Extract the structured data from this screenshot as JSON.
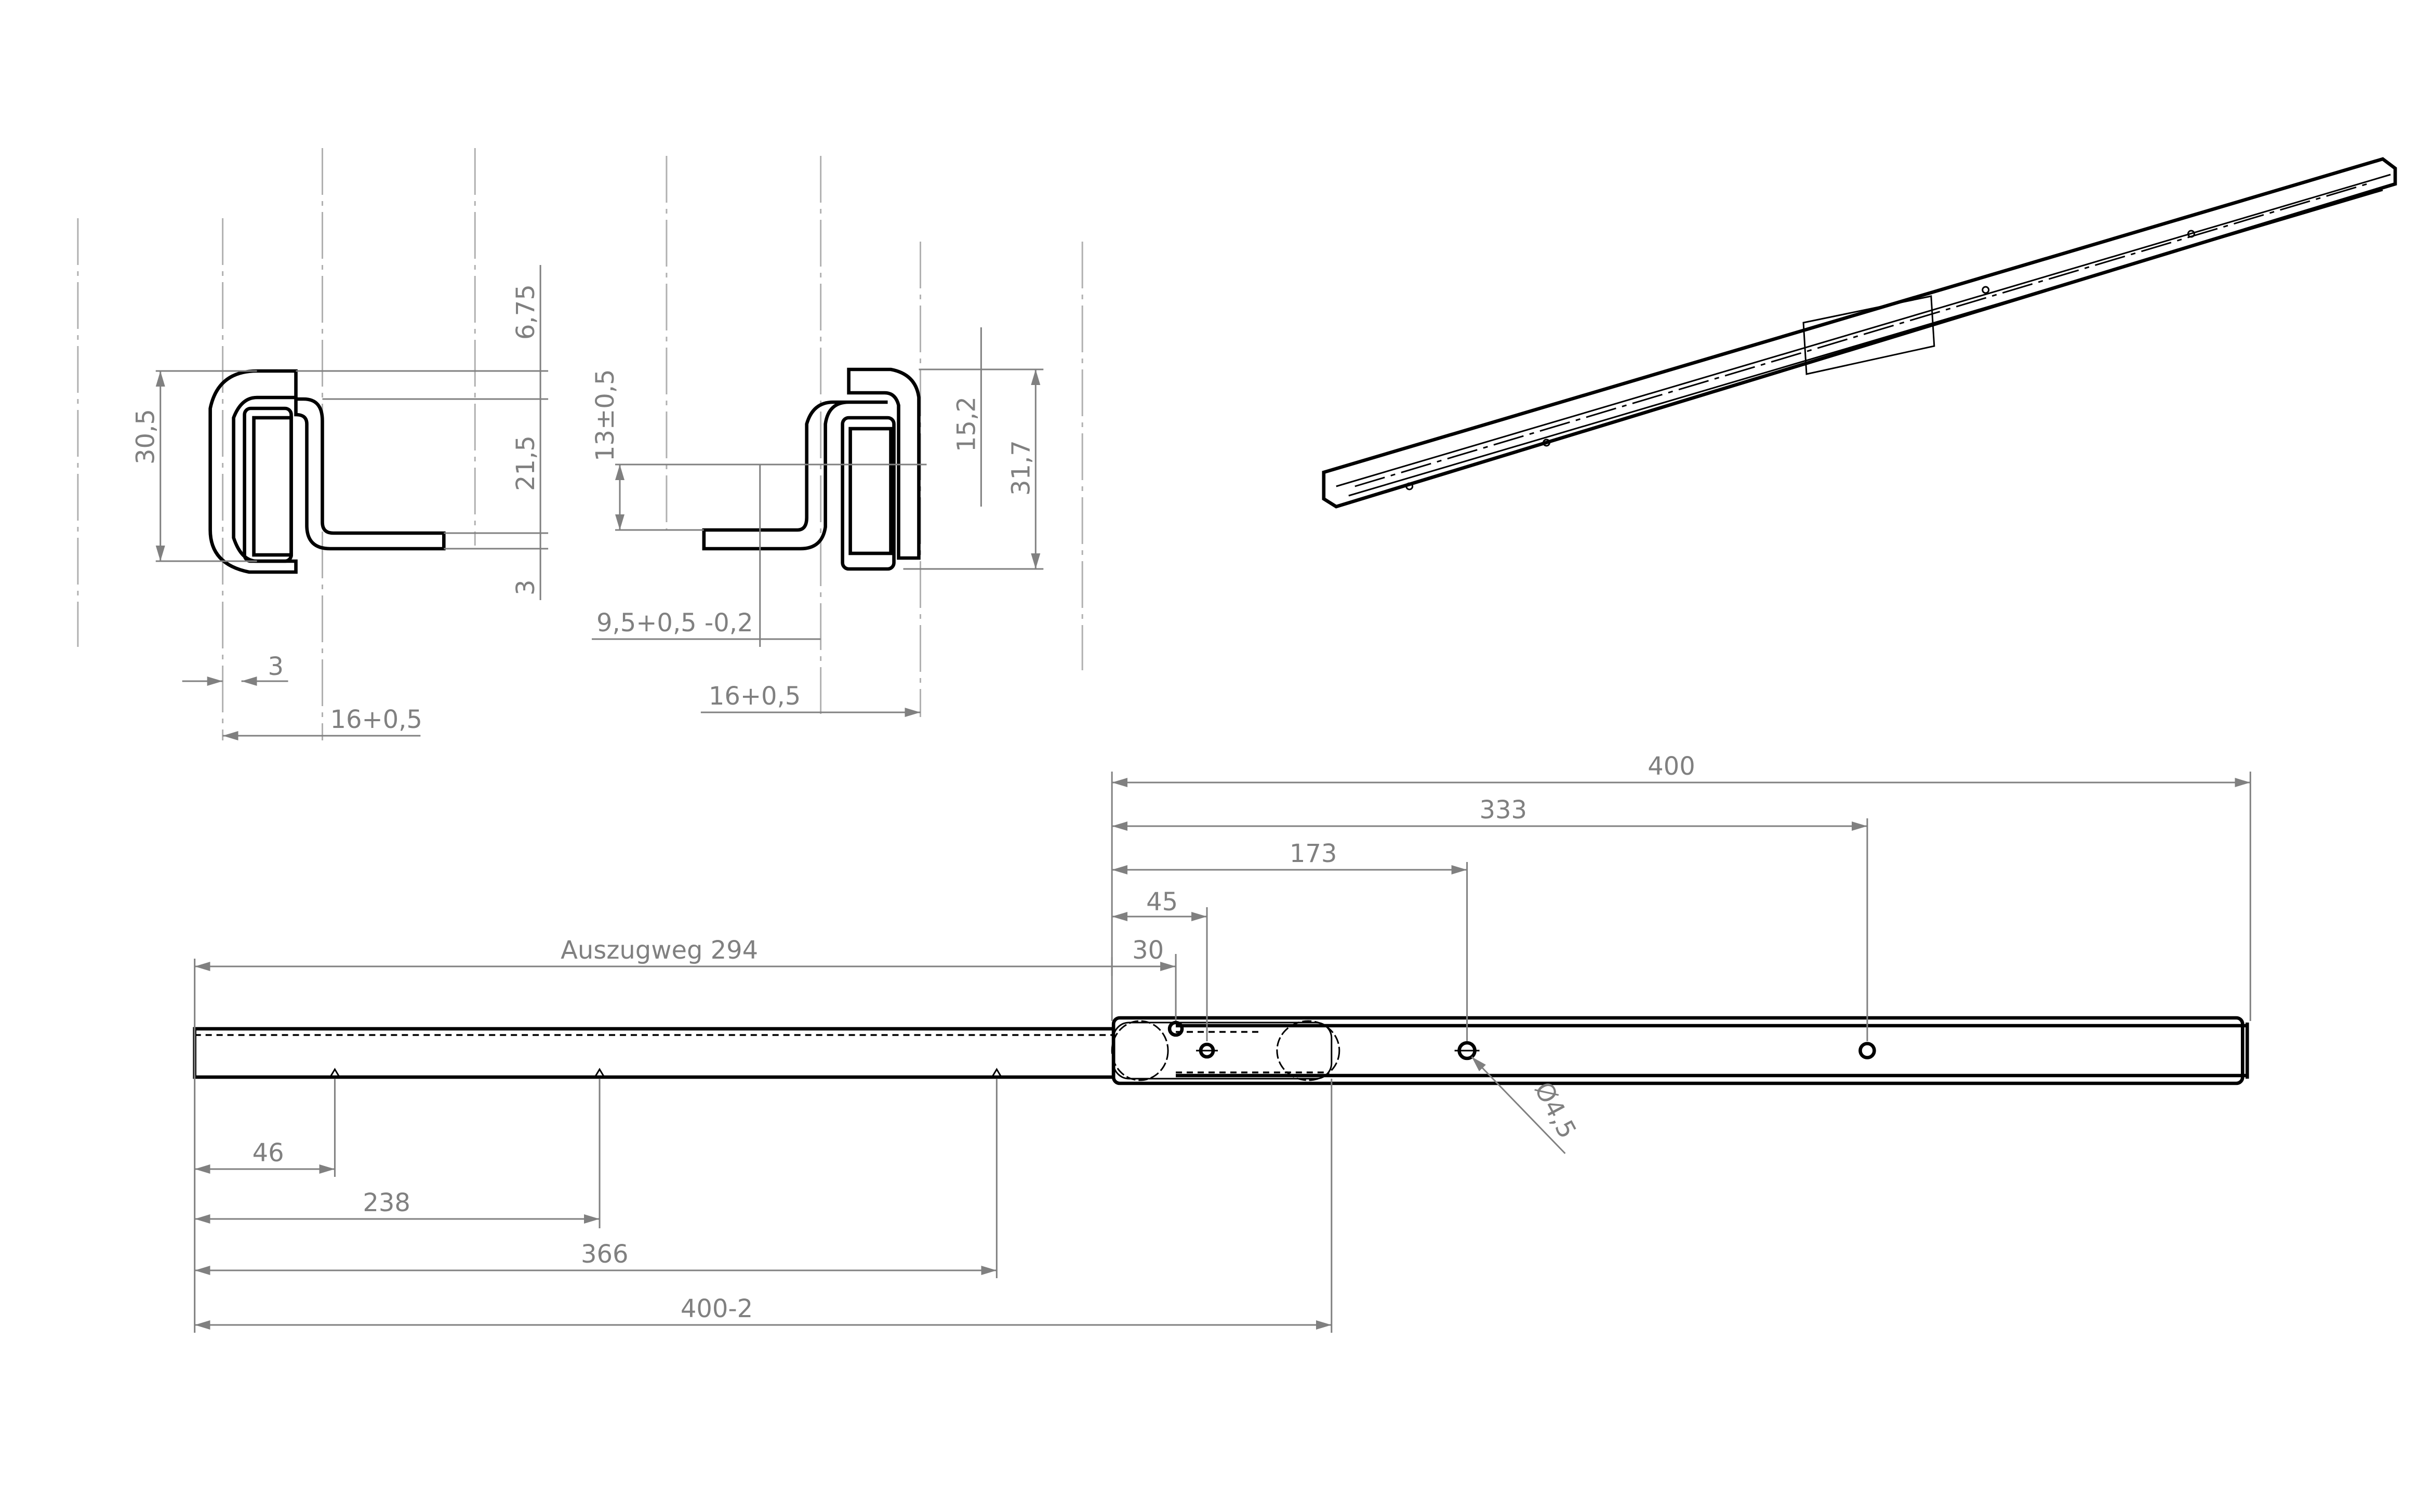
{
  "profile_left": {
    "height": "30,5",
    "top_gap": "6,75",
    "mid": "21,5",
    "bottom": "3",
    "wall": "3",
    "width": "16+0,5"
  },
  "profile_right": {
    "center": "13±0,5",
    "half": "15,2",
    "height": "31,7",
    "offset": "9,5+0,5 -0,2",
    "width": "16+0,5"
  },
  "side_view": {
    "top_dims": [
      "400",
      "333",
      "173",
      "45",
      "30"
    ],
    "travel": "Auszugweg 294",
    "bottom_dims": [
      "46",
      "238",
      "366",
      "400-2"
    ],
    "hole": "Ø4,5"
  },
  "colors": {
    "dimension": "#808080",
    "object": "#000000"
  }
}
